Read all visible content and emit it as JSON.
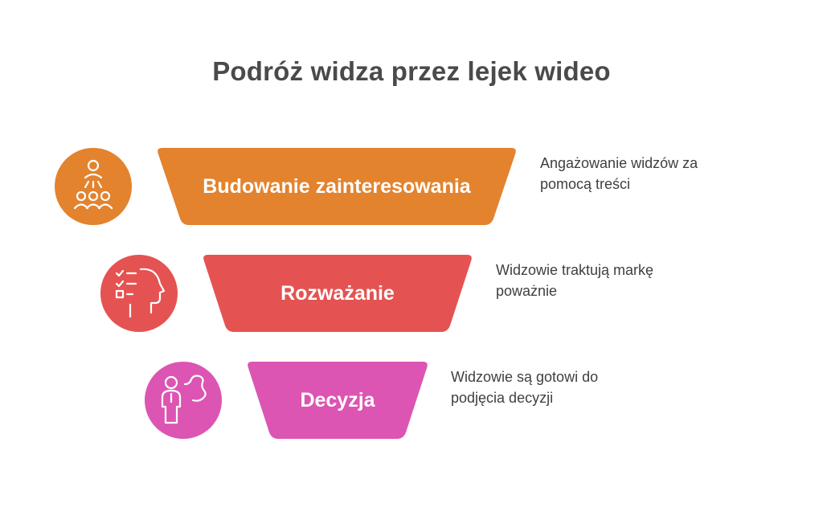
{
  "title": "Podróż widza przez lejek wideo",
  "stages": [
    {
      "label": "Budowanie zainteresowania",
      "description": "Angażowanie widzów za pomocą treści",
      "color": "#E3832E",
      "icon": "audience-icon"
    },
    {
      "label": "Rozważanie",
      "description": "Widzowie traktują markę poważnie",
      "color": "#E45352",
      "icon": "checklist-head-icon"
    },
    {
      "label": "Decyzja",
      "description": "Widzowie są gotowi do podjęcia decyzji",
      "color": "#DC55B3",
      "icon": "decision-person-icon"
    }
  ]
}
